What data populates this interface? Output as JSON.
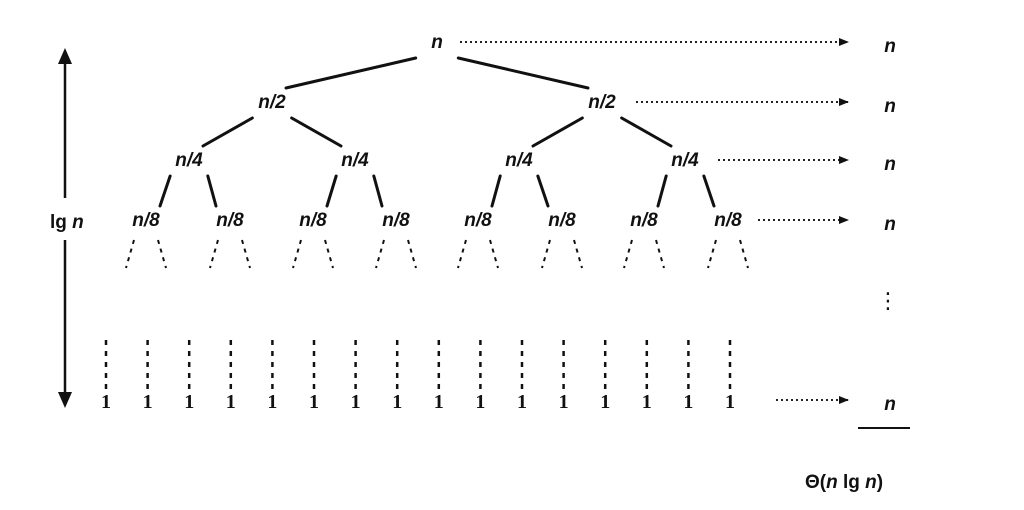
{
  "tree": {
    "levels": [
      [
        "n"
      ],
      [
        "n/2",
        "n/2"
      ],
      [
        "n/4",
        "n/4",
        "n/4",
        "n/4"
      ],
      [
        "n/8",
        "n/8",
        "n/8",
        "n/8",
        "n/8",
        "n/8",
        "n/8",
        "n/8"
      ]
    ],
    "leaves": [
      "1",
      "1",
      "1",
      "1",
      "1",
      "1",
      "1",
      "1",
      "1",
      "1",
      "1",
      "1",
      "1",
      "1",
      "1",
      "1"
    ]
  },
  "height_label": {
    "pre": "lg ",
    "var": "n"
  },
  "level_costs": [
    "n",
    "n",
    "n",
    "n"
  ],
  "ellipsis": "⋮",
  "leaf_cost": "n",
  "total": {
    "theta": "Θ(",
    "n1": "n",
    "lg": " lg ",
    "n2": "n",
    "close": ")"
  }
}
